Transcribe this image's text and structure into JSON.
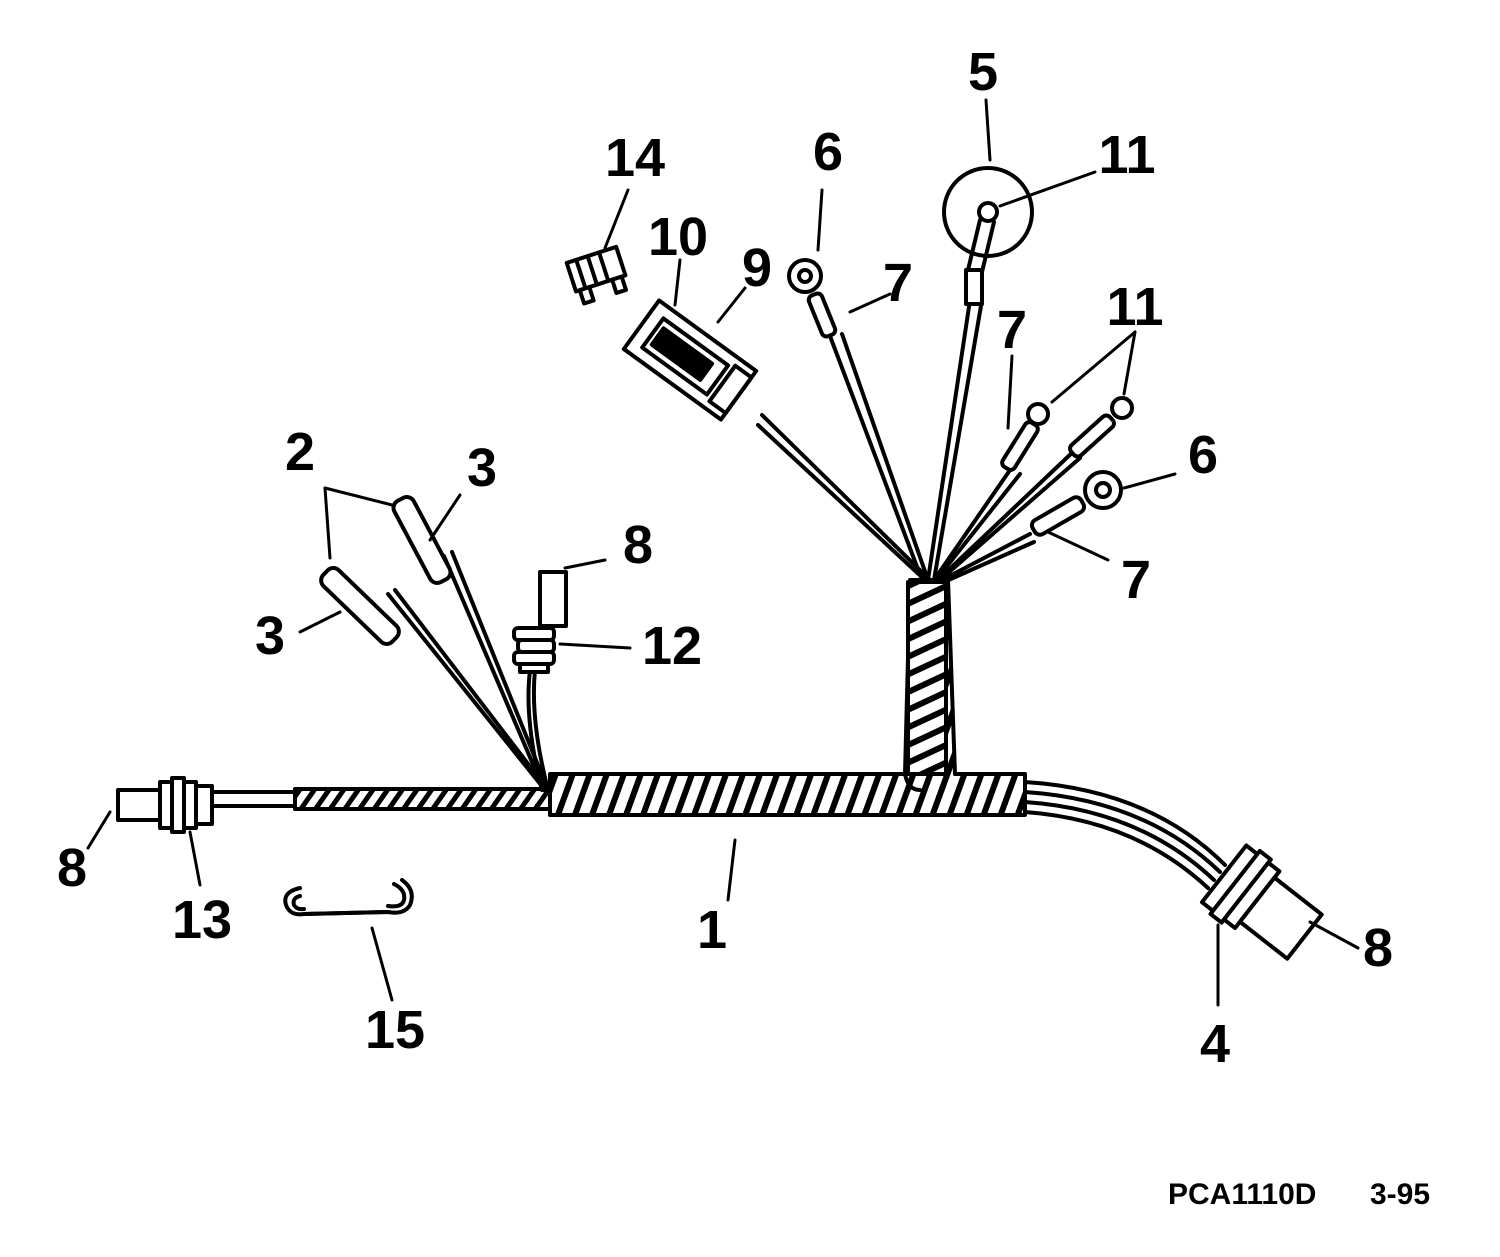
{
  "callouts": {
    "c1": "1",
    "c2": "2",
    "c3a": "3",
    "c3b": "3",
    "c4": "4",
    "c5": "5",
    "c6a": "6",
    "c6b": "6",
    "c7a": "7",
    "c7b": "7",
    "c7c": "7",
    "c8a": "8",
    "c8b": "8",
    "c8c": "8",
    "c9": "9",
    "c10": "10",
    "c11a": "11",
    "c11b": "11",
    "c12": "12",
    "c13": "13",
    "c14": "14",
    "c15": "15"
  },
  "footer": {
    "drawing_code": "PCA1110D",
    "revision": "3-95"
  }
}
